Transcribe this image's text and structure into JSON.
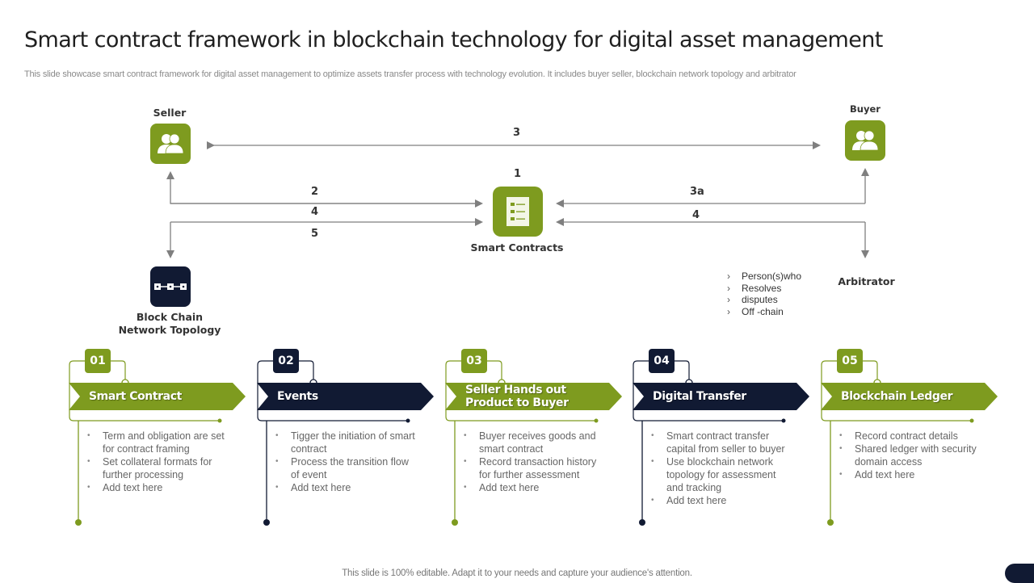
{
  "header": {
    "title": "Smart contract framework in blockchain technology for digital asset management",
    "subtitle": "This slide showcase smart contract framework for digital asset management to optimize assets transfer process  with technology evolution. It includes buyer seller, blockchain network topology and  arbitrator"
  },
  "diagram": {
    "nodes": {
      "seller": {
        "label": "Seller",
        "icon": "users-icon"
      },
      "buyer": {
        "label": "Buyer",
        "icon": "users-icon"
      },
      "smart_contracts": {
        "label": "Smart Contracts",
        "icon": "checklist-icon",
        "step": "1"
      },
      "blockchain": {
        "label_line1": "Block Chain",
        "label_line2": "Network Topology",
        "icon": "chain-link-icon"
      },
      "arbitrator": {
        "label": "Arbitrator"
      }
    },
    "arrow_labels": {
      "seller_buyer": "3",
      "seller_to_contract": "2",
      "topology_to_contract": "4",
      "topology_step": "5",
      "buyer_to_contract": "3a",
      "arbitrator_to_contract": "4"
    },
    "arbitrator_notes": [
      "Person(s)who",
      "Resolves",
      "disputes",
      "Off -chain"
    ]
  },
  "steps": [
    {
      "number": "01",
      "title": "Smart Contract",
      "color": "#7e9b1f",
      "bullets": [
        "Term and obligation are set for contract framing",
        "Set collateral formats for further processing",
        "Add text here"
      ]
    },
    {
      "number": "02",
      "title": "Events",
      "color": "#111a33",
      "bullets": [
        "Tigger the initiation of smart contract",
        "Process the transition flow of event",
        "Add text here"
      ]
    },
    {
      "number": "03",
      "title": "Seller Hands out Product to Buyer",
      "color": "#7e9b1f",
      "bullets": [
        "Buyer receives goods and smart contract",
        "Record transaction history for further assessment",
        "Add text here"
      ]
    },
    {
      "number": "04",
      "title": "Digital Transfer",
      "color": "#111a33",
      "bullets": [
        "Smart contract transfer capital from seller to buyer",
        "Use blockchain network topology for assessment and tracking",
        "Add text here"
      ]
    },
    {
      "number": "05",
      "title": "Blockchain Ledger",
      "color": "#7e9b1f",
      "bullets": [
        "Record contract details",
        "Shared ledger with security domain access",
        "Add text here"
      ]
    }
  ],
  "colors": {
    "green": "#7e9b1f",
    "navy": "#111a33",
    "arrow": "#7f7f7f"
  },
  "footer": {
    "text": "This slide is 100% editable. Adapt it to your needs and capture your audience's attention."
  }
}
